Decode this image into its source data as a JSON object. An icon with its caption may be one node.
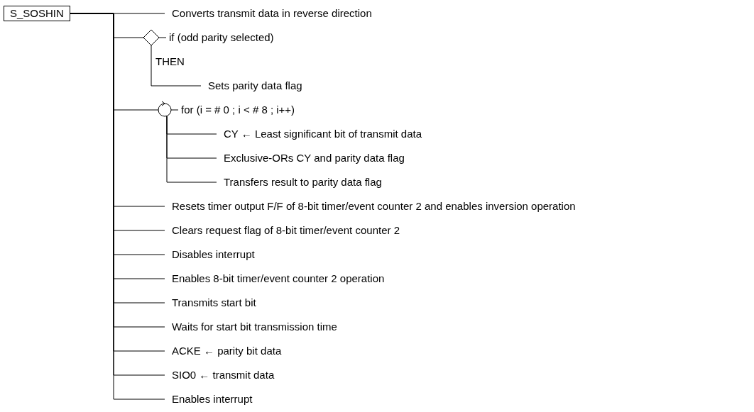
{
  "diagram": {
    "nodes": [
      {
        "text": [
          "S_SOSHIN"
        ]
      },
      {
        "text": [
          "Converts transmit data in reverse direction"
        ]
      },
      {
        "text": [],
        "shape": "diamond",
        "beside": [
          "if (odd parity selected)"
        ]
      },
      {
        "text": [
          "Sets parity data flag"
        ]
      },
      {
        "text": [],
        "shape": "circle",
        "beside": [
          "for (i = # 0 ; i < # 8 ; i++)"
        ]
      },
      {
        "text": [
          "CY ← Least significant bit of transmit data"
        ]
      },
      {
        "text": [
          "Exclusive-ORs CY and parity data flag"
        ]
      },
      {
        "text": [
          "Transfers result to parity data flag"
        ]
      },
      {
        "text": [
          "Resets timer output F/F of 8-bit timer/event counter 2 and enables inversion operation"
        ]
      },
      {
        "text": [
          "Clears request flag of 8-bit timer/event counter 2"
        ]
      },
      {
        "text": [
          "Disables interrupt"
        ]
      },
      {
        "text": [
          "Enables 8-bit timer/event counter 2 operation"
        ]
      },
      {
        "text": [
          "Transmits start bit"
        ]
      },
      {
        "text": [
          "Waits for start bit transmission time"
        ]
      },
      {
        "text": [
          "ACKE ← parity bit data"
        ]
      },
      {
        "text": [
          "SIO0 ← transmit data"
        ]
      },
      {
        "text": [
          "Enables interrupt"
        ]
      }
    ],
    "edges": [
      {
        "from": 0,
        "to": 1,
        "arrow": "none"
      },
      {
        "from": 0,
        "to": 2,
        "arrow": "none"
      },
      {
        "from": 2,
        "to": 3,
        "arrow": "none",
        "label": "THEN"
      },
      {
        "from": 0,
        "to": 4,
        "arrow": "none"
      },
      {
        "from": 4,
        "to": 5,
        "arrow": "none"
      },
      {
        "from": 4,
        "to": 6,
        "arrow": "none"
      },
      {
        "from": 4,
        "to": 7,
        "arrow": "none"
      },
      {
        "from": 0,
        "to": 8,
        "arrow": "none"
      },
      {
        "from": 0,
        "to": 9,
        "arrow": "none"
      },
      {
        "from": 0,
        "to": 10,
        "arrow": "none"
      },
      {
        "from": 0,
        "to": 11,
        "arrow": "none"
      },
      {
        "from": 0,
        "to": 12,
        "arrow": "none"
      },
      {
        "from": 0,
        "to": 13,
        "arrow": "none"
      },
      {
        "from": 0,
        "to": 14,
        "arrow": "none"
      },
      {
        "from": 0,
        "to": 15,
        "arrow": "none"
      },
      {
        "from": 0,
        "to": 16,
        "arrow": "none"
      }
    ]
  }
}
